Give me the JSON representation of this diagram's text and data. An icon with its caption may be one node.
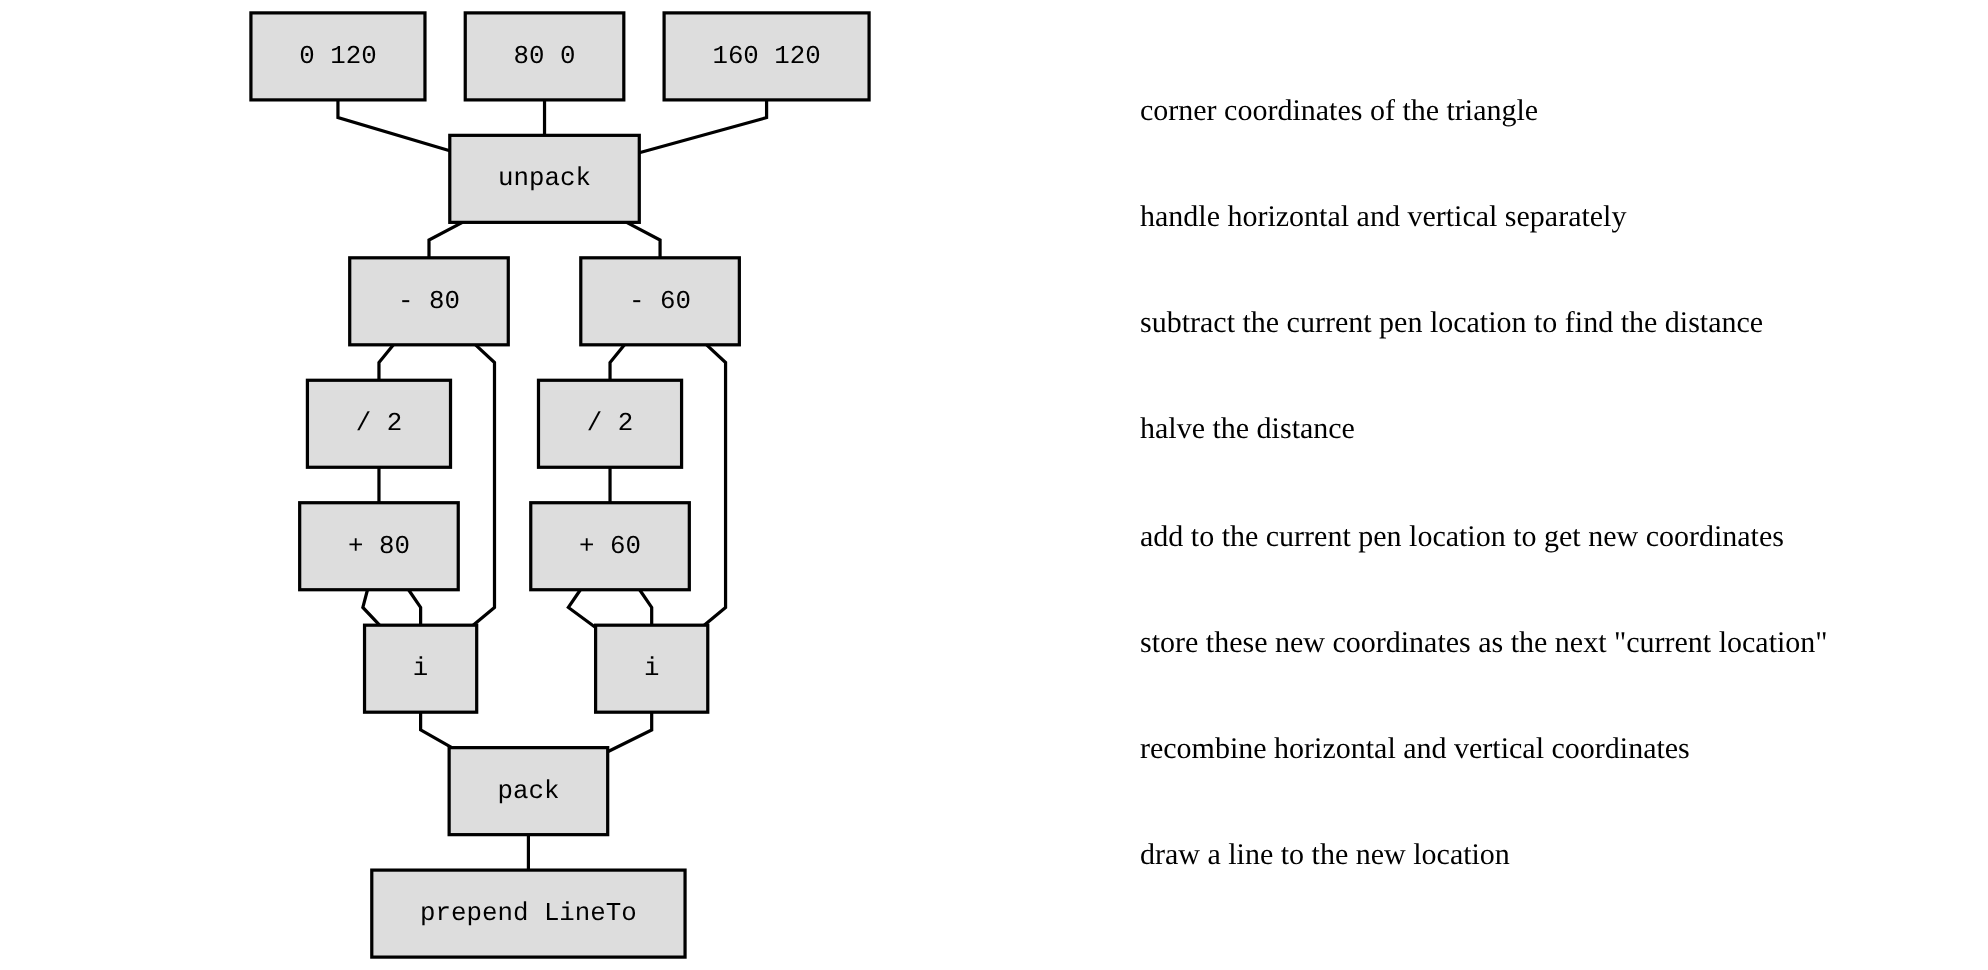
{
  "diagram": {
    "nodes": [
      {
        "text": [
          "0 120"
        ]
      },
      {
        "text": [
          "80 0"
        ]
      },
      {
        "text": [
          "160 120"
        ]
      },
      {
        "text": [
          "unpack"
        ]
      },
      {
        "text": [
          "- 80"
        ]
      },
      {
        "text": [
          "- 60"
        ]
      },
      {
        "text": [
          "/ 2"
        ]
      },
      {
        "text": [
          "/ 2"
        ]
      },
      {
        "text": [
          "+ 80"
        ]
      },
      {
        "text": [
          "+ 60"
        ]
      },
      {
        "text": [
          "i"
        ]
      },
      {
        "text": [
          "i"
        ]
      },
      {
        "text": [
          "pack"
        ]
      },
      {
        "text": [
          "prepend LineTo"
        ]
      }
    ],
    "edges": [
      {
        "from": 0,
        "to": 3,
        "arrow": "none"
      },
      {
        "from": 1,
        "to": 3,
        "arrow": "none"
      },
      {
        "from": 2,
        "to": 3,
        "arrow": "none"
      },
      {
        "from": 3,
        "to": 4,
        "arrow": "none"
      },
      {
        "from": 3,
        "to": 5,
        "arrow": "none"
      },
      {
        "from": 4,
        "to": 6,
        "arrow": "none"
      },
      {
        "from": 5,
        "to": 7,
        "arrow": "none"
      },
      {
        "from": 6,
        "to": 8,
        "arrow": "none"
      },
      {
        "from": 7,
        "to": 9,
        "arrow": "none"
      },
      {
        "from": 8,
        "to": 10,
        "arrow": "none"
      },
      {
        "from": 9,
        "to": 11,
        "arrow": "none"
      },
      {
        "from": 10,
        "to": 4,
        "arrow": "none"
      },
      {
        "from": 10,
        "to": 8,
        "arrow": "none"
      },
      {
        "from": 11,
        "to": 5,
        "arrow": "none"
      },
      {
        "from": 11,
        "to": 9,
        "arrow": "none"
      },
      {
        "from": 10,
        "to": 12,
        "arrow": "none"
      },
      {
        "from": 11,
        "to": 12,
        "arrow": "none"
      },
      {
        "from": 12,
        "to": 13,
        "arrow": "none"
      }
    ],
    "labels": [
      "corner coordinates of the triangle",
      "handle horizontal and vertical separately",
      "subtract the current pen location to find the distance",
      "halve the distance",
      "add to the current pen location to get new coordinates",
      "store these new coordinates as the next \"current location\"",
      "recombine horizontal and vertical coordinates",
      "draw a line to the new location"
    ]
  }
}
